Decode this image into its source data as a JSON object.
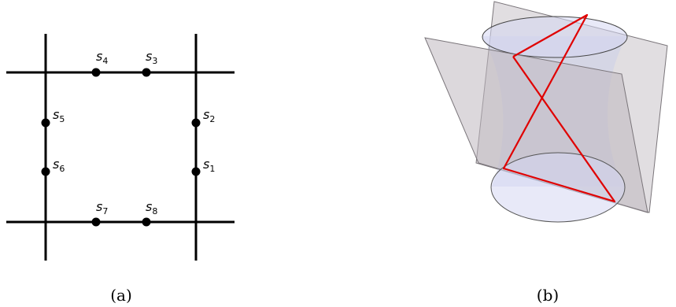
{
  "panel_a": {
    "points": [
      {
        "label": "s",
        "sub": "1"
      },
      {
        "label": "s",
        "sub": "2"
      },
      {
        "label": "s",
        "sub": "3"
      },
      {
        "label": "s",
        "sub": "4"
      },
      {
        "label": "s",
        "sub": "5"
      },
      {
        "label": "s",
        "sub": "6"
      },
      {
        "label": "s",
        "sub": "7"
      },
      {
        "label": "s",
        "sub": "8"
      }
    ],
    "caption": "(a)"
  },
  "panel_b": {
    "caption": "(b)"
  },
  "colors": {
    "lines": "#000000",
    "plane_fill": "#c9c3c8",
    "cone_fill": "#c8cbec",
    "path": "#e00000"
  }
}
